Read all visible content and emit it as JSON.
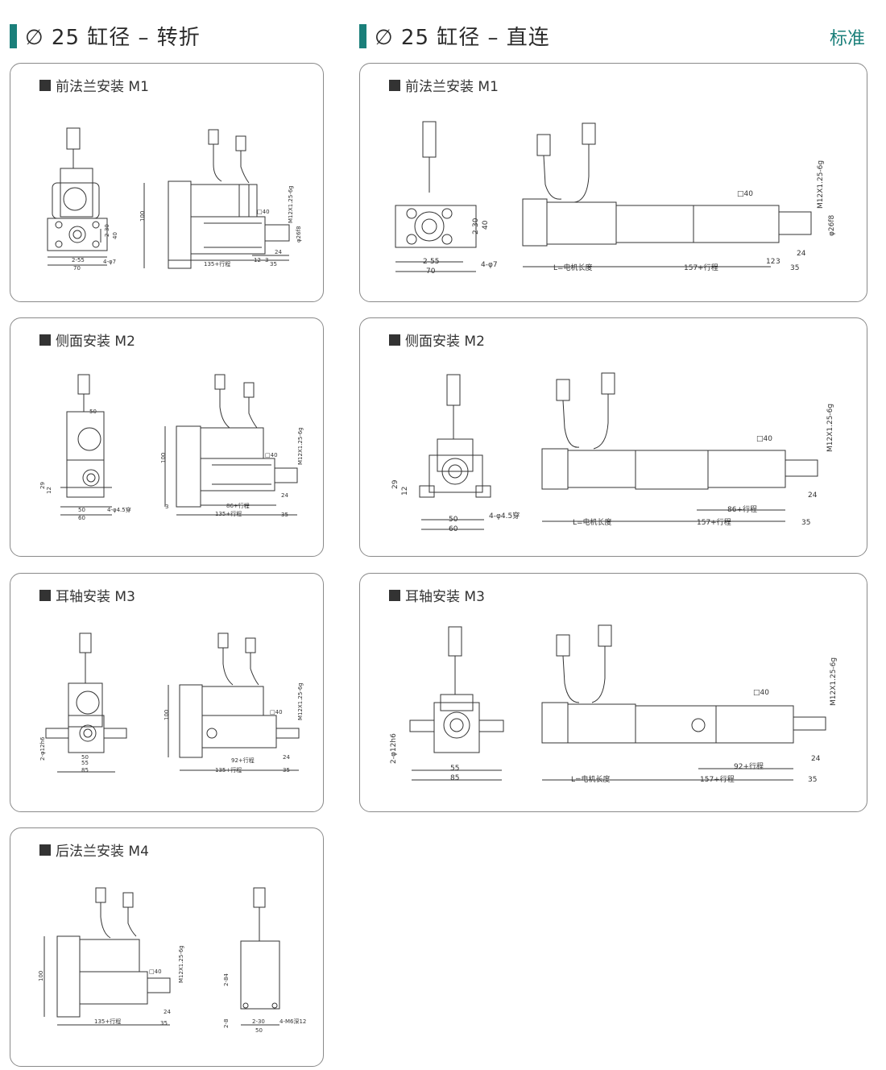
{
  "header_left": {
    "title": "∅ 25 缸径 – 转折"
  },
  "header_right": {
    "title": "∅ 25 缸径 – 直连",
    "badge": "标准"
  },
  "left_panels": [
    {
      "title": "前法兰安装 M1",
      "dims": {
        "d1": "2-55",
        "d2": "70",
        "d3": "2-30",
        "d4": "40",
        "d5": "4-φ7",
        "d6": "100",
        "d7": "135+行程",
        "d8": "12",
        "d9": "3",
        "d10": "24",
        "d11": "35",
        "d12": "□40",
        "d13": "M12X1.25-6g",
        "d14": "φ26f8"
      }
    },
    {
      "title": "侧面安装 M2",
      "dims": {
        "d1": "50",
        "d2": "60",
        "d3": "29",
        "d4": "12",
        "d5": "4-φ4.5穿",
        "d6": "100",
        "d7": "86+行程",
        "d8": "135+行程",
        "d9": "3",
        "d10": "24",
        "d11": "35",
        "d12": "□40",
        "d13": "M12X1.25-6g",
        "d14": "50"
      }
    },
    {
      "title": "耳轴安装 M3",
      "dims": {
        "d1": "50",
        "d2": "55",
        "d3": "85",
        "d4": "2-φ12h6",
        "d6": "100",
        "d7": "92+行程",
        "d8": "135+行程",
        "d10": "24",
        "d11": "35",
        "d12": "□40",
        "d13": "M12X1.25-6g"
      }
    },
    {
      "title": "后法兰安装 M4",
      "dims": {
        "d6": "100",
        "d7": "135+行程",
        "d10": "24",
        "d11": "35",
        "d12": "□40",
        "d13": "M12X1.25-6g",
        "d15": "2-84",
        "d16": "2-8",
        "d17": "2-30",
        "d18": "50",
        "d19": "4-M6深12"
      }
    }
  ],
  "right_panels": [
    {
      "title": "前法兰安装 M1",
      "dims": {
        "d1": "2-55",
        "d2": "70",
        "d3": "2-30",
        "d4": "40",
        "d5": "4-φ7",
        "d7": "L=电机长度",
        "d8": "157+行程",
        "d9": "12",
        "d10": "3",
        "d11": "24",
        "d12": "35",
        "d13": "□40",
        "d14": "M12X1.25-6g",
        "d15": "φ26f8"
      }
    },
    {
      "title": "侧面安装 M2",
      "dims": {
        "d1": "50",
        "d2": "60",
        "d3": "29",
        "d4": "12",
        "d5": "4-φ4.5穿",
        "d6": "86+行程",
        "d7": "L=电机长度",
        "d8": "157+行程",
        "d11": "24",
        "d12": "35",
        "d13": "□40",
        "d14": "M12X1.25-6g"
      }
    },
    {
      "title": "耳轴安装 M3",
      "dims": {
        "d1": "55",
        "d2": "85",
        "d3": "2-φ12h6",
        "d6": "92+行程",
        "d7": "L=电机长度",
        "d8": "157+行程",
        "d11": "24",
        "d12": "35",
        "d13": "□40",
        "d14": "M12X1.25-6g"
      }
    }
  ]
}
